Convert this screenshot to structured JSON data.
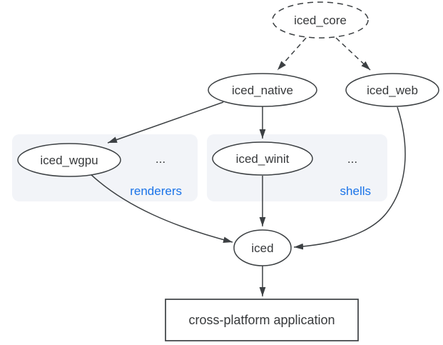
{
  "diagram": {
    "nodes": {
      "core": {
        "label": "iced_core"
      },
      "native": {
        "label": "iced_native"
      },
      "web": {
        "label": "iced_web"
      },
      "wgpu": {
        "label": "iced_wgpu"
      },
      "winit": {
        "label": "iced_winit"
      },
      "iced": {
        "label": "iced"
      },
      "app": {
        "label": "cross-platform application"
      }
    },
    "groups": {
      "renderers": {
        "label": "renderers",
        "more": "..."
      },
      "shells": {
        "label": "shells",
        "more": "..."
      }
    },
    "colors": {
      "edge": "#3c4043",
      "node_fill": "#ffffff",
      "text": "#37393b",
      "group_bg": "#f2f4f8",
      "group_label": "#1a73e8",
      "background": "#ffffff"
    }
  }
}
